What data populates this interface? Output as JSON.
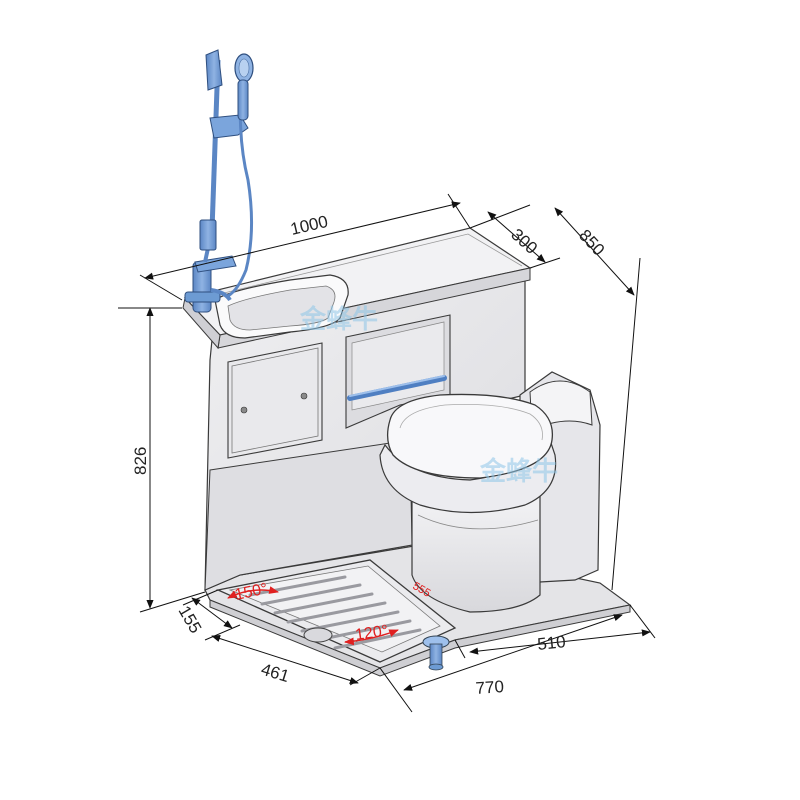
{
  "dimensions": {
    "width_top": "1000",
    "depth_counter": "300",
    "depth_total": "850",
    "height": "826",
    "front_small": "155",
    "tray_side": "461",
    "base_front": "770",
    "base_right": "510"
  },
  "angles": {
    "left": "150°",
    "right": "120°"
  },
  "small_label": "555",
  "watermark": "金蜂牛",
  "colors": {
    "body": "#e8e8ea",
    "outline": "#3a3a3a",
    "fixture_blue": "#6d9bd3",
    "dimension_line": "#111111",
    "angle_red": "#e02020"
  }
}
